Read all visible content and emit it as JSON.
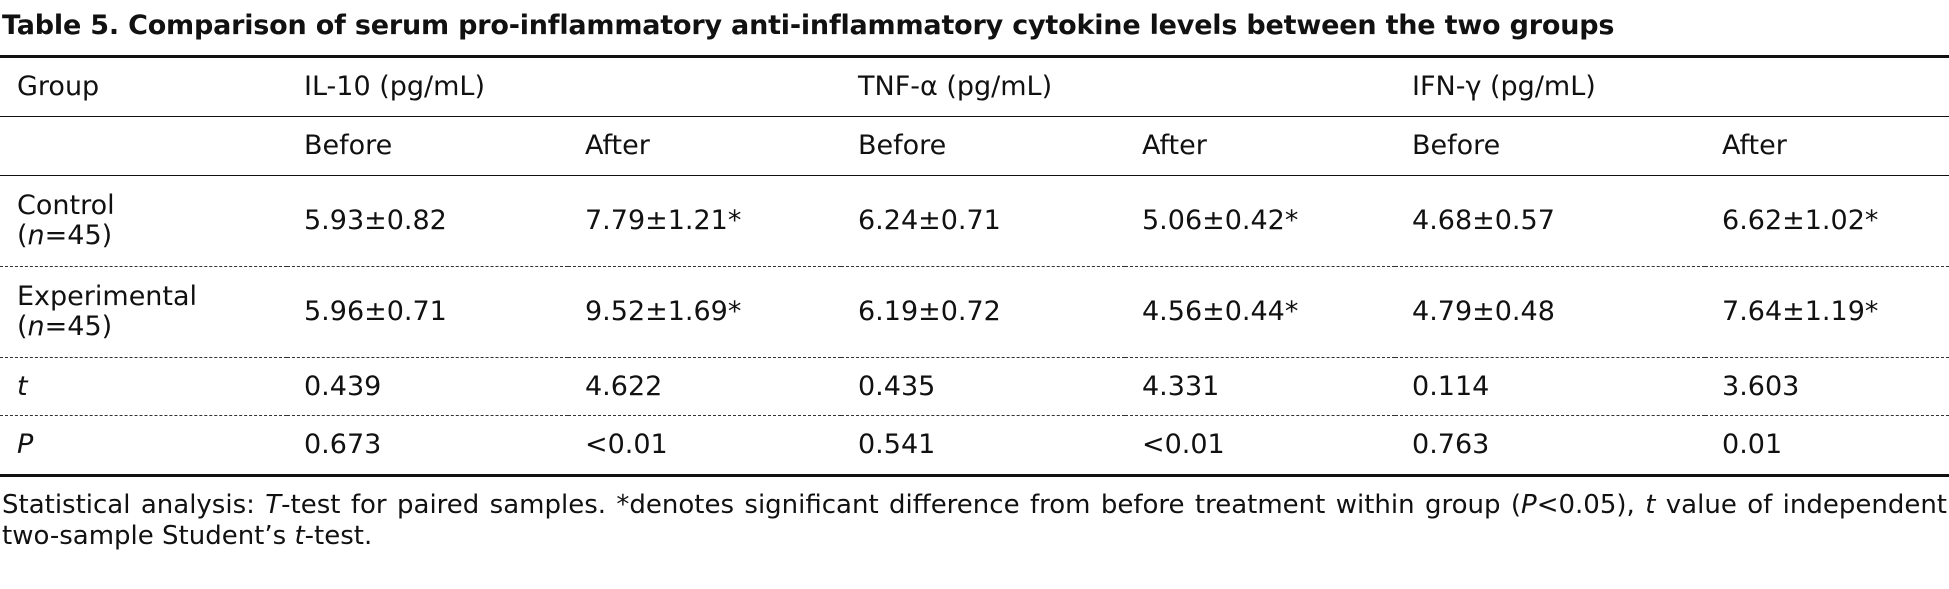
{
  "caption": "Table 5. Comparison of serum pro-inflammatory anti-inflammatory cytokine levels between the two groups",
  "header": {
    "group": "Group",
    "il10": "IL-10 (pg/mL)",
    "tnf": "TNF-α (pg/mL)",
    "ifn": "IFN-γ (pg/mL)"
  },
  "subheader": [
    "Before",
    "After",
    "Before",
    "After",
    "Before",
    "After"
  ],
  "rows": {
    "control": {
      "name": "Control",
      "n_prefix": "(",
      "n_var": "n",
      "n_suffix": "=45)",
      "values": [
        "5.93±0.82",
        "7.79±1.21*",
        "6.24±0.71",
        "5.06±0.42*",
        "4.68±0.57",
        "6.62±1.02*"
      ]
    },
    "experimental": {
      "name": "Experimental",
      "n_prefix": "(",
      "n_var": "n",
      "n_suffix": "=45)",
      "values": [
        "5.96±0.71",
        "9.52±1.69*",
        "6.19±0.72",
        "4.56±0.44*",
        "4.79±0.48",
        "7.64±1.19*"
      ]
    },
    "t": {
      "name": "t",
      "values": [
        "0.439",
        "4.622",
        "0.435",
        "4.331",
        "0.114",
        "3.603"
      ]
    },
    "p": {
      "name": "P",
      "values": [
        "0.673",
        "<0.01",
        "0.541",
        "<0.01",
        "0.763",
        "0.01"
      ]
    }
  },
  "note": {
    "s1": "Statistical analysis: ",
    "s2": "T",
    "s3": "-test for paired samples. *denotes significant difference from before treatment within group (",
    "s4": "P",
    "s5": "<0.05), ",
    "s6": "t",
    "s7": " value of independent two-sample Student’s ",
    "s8": "t",
    "s9": "-test."
  }
}
